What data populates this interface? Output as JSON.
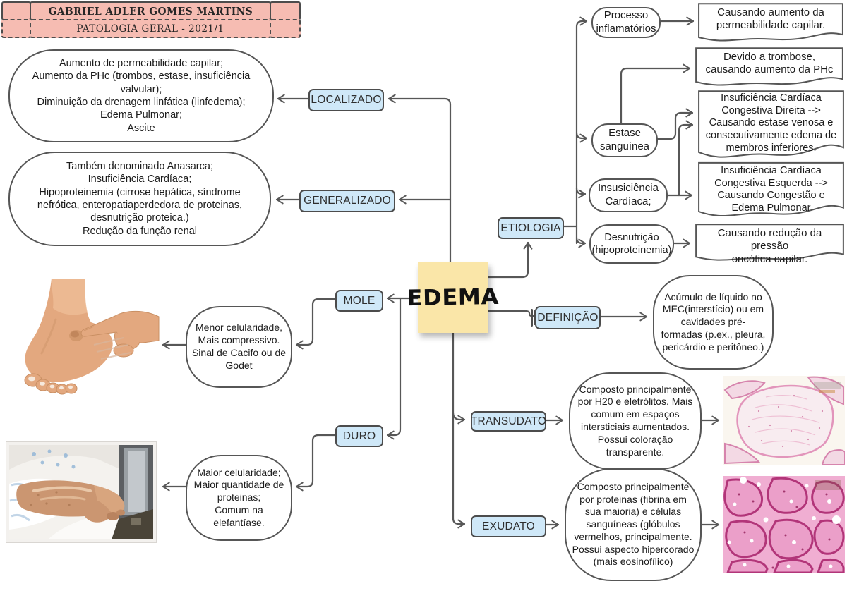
{
  "header": {
    "author": "GABRIEL ADLER GOMES MARTINS",
    "course": "PATOLOGIA GERAL - 2021/1"
  },
  "center": {
    "title": "EDEMA"
  },
  "colors": {
    "label_blue": "#cfe8f8",
    "header_pink": "#f6bcb2",
    "sticky_yellow": "#fae6a8",
    "line_gray": "#575757"
  },
  "branches": {
    "localizado": {
      "label": "LOCALIZADO",
      "detail": "Aumento de permeabilidade capilar;\nAumento da PHc (trombos, estase, insuficiência valvular);\nDiminuição  da drenagem linfática (linfedema);\nEdema Pulmonar;\nAscite"
    },
    "generalizado": {
      "label": "GENERALIZADO",
      "detail": "Também denominado Anasarca;\nInsuficiência Cardíaca;\nHipoproteinemia (cirrose hepática, síndrome nefrótica, enteropatiaperdedora de proteinas, desnutrição proteica.)\nRedução da função renal"
    },
    "etiologia": {
      "label": "ETIOLOGIA",
      "causes": [
        {
          "label": "Processo\ninflamatórios"
        },
        {
          "label": "Estase\nsanguínea"
        },
        {
          "label": "Insusiciência\nCardíaca;"
        },
        {
          "label": "Desnutrição\n(hipoproteinemia)"
        }
      ],
      "effects": [
        {
          "text": "Causando aumento da\npermeabilidade capilar."
        },
        {
          "text": "Devido a trombose,\ncausando aumento da PHc"
        },
        {
          "text": "Insuficiência Cardíaca\nCongestiva Direita -->\nCausando estase venosa e\nconsecutivamente edema de\nmembros inferiores."
        },
        {
          "text": "Insuficiência Cardíaca\nCongestiva Esquerda -->\nCausando Congestão e\nEdema Pulmonar"
        },
        {
          "text": "Causando redução da pressão\noncótica capilar."
        }
      ]
    },
    "definicao": {
      "label": "DEFINIÇÃO",
      "detail": "Acúmulo de líquido no MEC(interstício) ou em cavidades pré-formadas (p.ex., pleura, pericárdio e peritôneo.)"
    },
    "mole": {
      "label": "MOLE",
      "detail": "Menor celularidade,\nMais compressivo.\nSinal de Cacifo ou de Godet"
    },
    "duro": {
      "label": "DURO",
      "detail": "Maior celularidade;\nMaior quantidade de proteinas;\nComum na elefantíase."
    },
    "transudato": {
      "label": "TRANSUDATO",
      "detail": "Composto principalmente por H20 e eletrólitos. Mais comum em espaços intersticiais aumentados. Possui coloração transparente."
    },
    "exudato": {
      "label": "EXUDATO",
      "detail": "Composto principalmente por proteinas (fibrina em sua maioria) e células sanguíneas (glóbulos vermelhos, principalmente. Possui aspecto hipercorado (mais eosinofílico)"
    }
  }
}
